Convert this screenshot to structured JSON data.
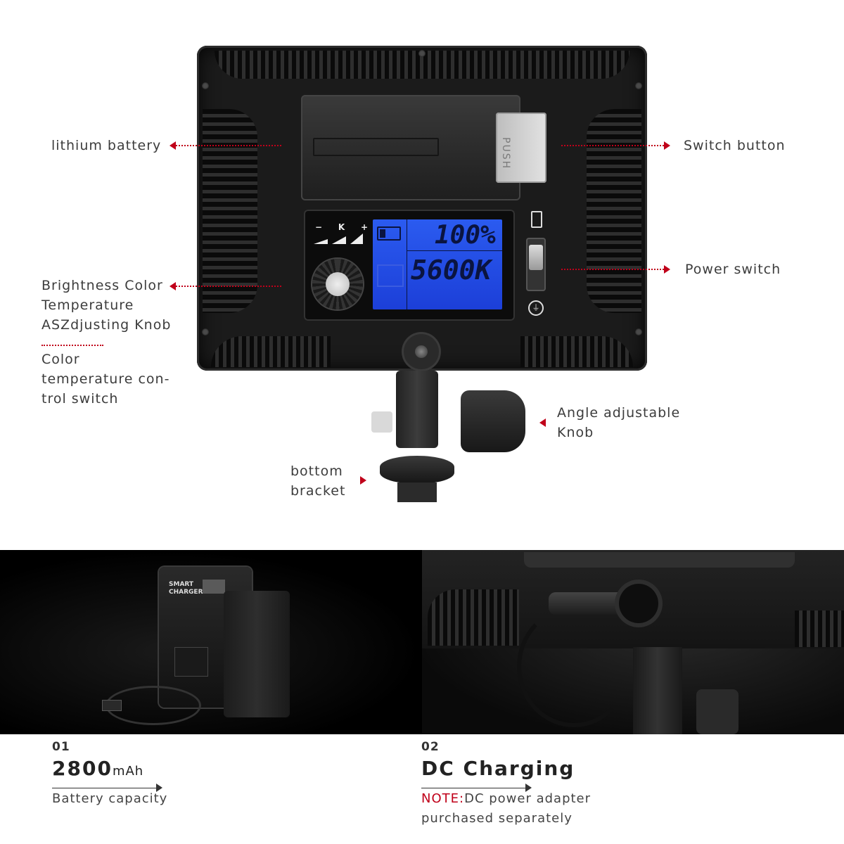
{
  "accent_color": "#c0001a",
  "callouts": {
    "lithium_battery": "lithium battery",
    "switch_button": "Switch button",
    "power_switch": "Power switch",
    "brightness_knob": [
      "Brightness Color",
      "Temperature",
      "ASZdjusting Knob"
    ],
    "color_temp_switch": [
      "Color",
      "temperature con-",
      "trol switch"
    ],
    "angle_knob": [
      "Angle adjustable",
      "Knob"
    ],
    "bottom_bracket": [
      "bottom",
      "bracket"
    ]
  },
  "device": {
    "push_label": "PUSH",
    "lcd_brightness": "100%",
    "lcd_temperature": "5600K",
    "control_labels": [
      "−",
      "K",
      "+"
    ]
  },
  "charger": {
    "label": [
      "SMART",
      "CHARGER"
    ]
  },
  "features": [
    {
      "number": "01",
      "headline_value": "2800",
      "headline_unit": "mAh",
      "description": "Battery capacity"
    },
    {
      "number": "02",
      "headline_value": "DC Charging",
      "note_prefix": "NOTE:",
      "note_text": "DC power adapter",
      "note_text2": "purchased separately"
    }
  ]
}
